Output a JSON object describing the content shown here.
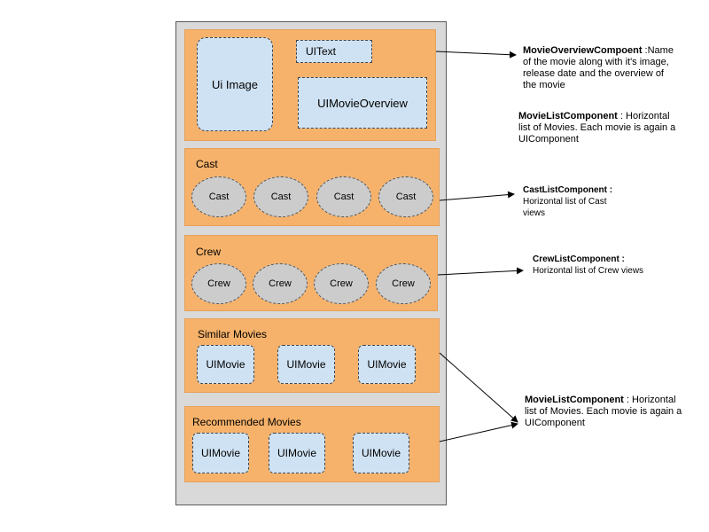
{
  "overview": {
    "ui_image": "Ui Image",
    "ui_text": "UIText",
    "ui_movie_overview": "UIMovieOverview"
  },
  "cast": {
    "title": "Cast",
    "items": [
      "Cast",
      "Cast",
      "Cast",
      "Cast"
    ]
  },
  "crew": {
    "title": "Crew",
    "items": [
      "Crew",
      "Crew",
      "Crew",
      "Crew"
    ]
  },
  "similar": {
    "title": "Similar Movies",
    "items": [
      "UIMovie",
      "UIMovie",
      "UIMovie"
    ]
  },
  "recommended": {
    "title": "Recommended Movies",
    "items": [
      "UIMovie",
      "UIMovie",
      "UIMovie"
    ]
  },
  "annotations": {
    "overview": {
      "bold": "MovieOverviewCompoent",
      "line1": " :Name",
      "line2": "of the movie along with it's image,",
      "line3": "release date and the overview of",
      "line4": "the movie"
    },
    "movie_list_top": {
      "bold": "MovieListComponent",
      "line1": " : Horizontal",
      "line2": "list of Movies. Each movie is again a",
      "line3": "UIComponent"
    },
    "cast_list": {
      "bold": "CastListComponent :",
      "line2": "Horizontal list of Cast",
      "line3": "views"
    },
    "crew_list": {
      "bold": "CrewListComponent :",
      "line2": "Horizontal list of Crew views"
    },
    "movie_list_bottom": {
      "bold": "MovieListComponent",
      "line1": " : Horizontal",
      "line2": "list of Movies. Each movie is again a",
      "line3": "UIComponent"
    }
  }
}
